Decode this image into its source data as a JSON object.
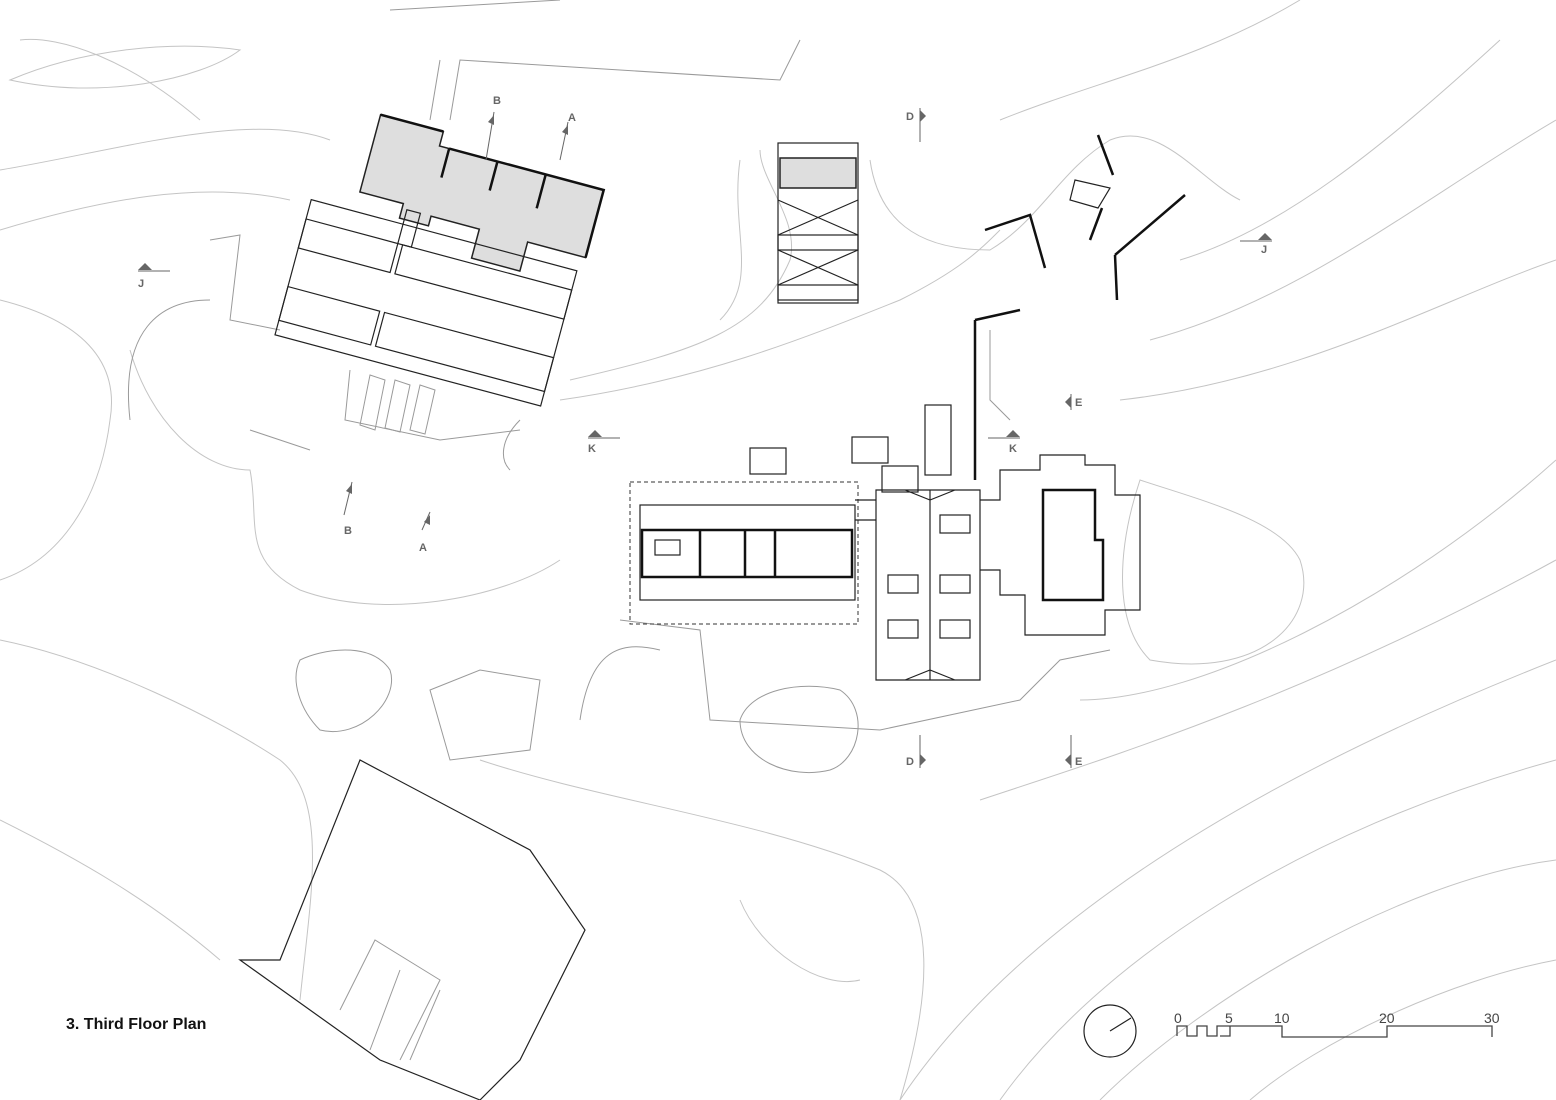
{
  "title": "3.  Third Floor Plan",
  "section_markers": [
    {
      "id": "A-top",
      "label": "A"
    },
    {
      "id": "B-top",
      "label": "B"
    },
    {
      "id": "A-bottom",
      "label": "A"
    },
    {
      "id": "B-bottom",
      "label": "B"
    },
    {
      "id": "D-top",
      "label": "D"
    },
    {
      "id": "D-bottom",
      "label": "D"
    },
    {
      "id": "E-top",
      "label": "E"
    },
    {
      "id": "E-bottom",
      "label": "E"
    },
    {
      "id": "J-left",
      "label": "J"
    },
    {
      "id": "J-right",
      "label": "J"
    },
    {
      "id": "K-left",
      "label": "K"
    },
    {
      "id": "K-right",
      "label": "K"
    }
  ],
  "scale_bar": {
    "ticks": [
      "0",
      "5",
      "10",
      "20",
      "30"
    ]
  },
  "north_arrow": {
    "icon": "north-arrow-icon"
  },
  "colors": {
    "line": "#222222",
    "contour": "#c4c4c4",
    "floor_fill": "#dedede",
    "label": "#666666"
  }
}
